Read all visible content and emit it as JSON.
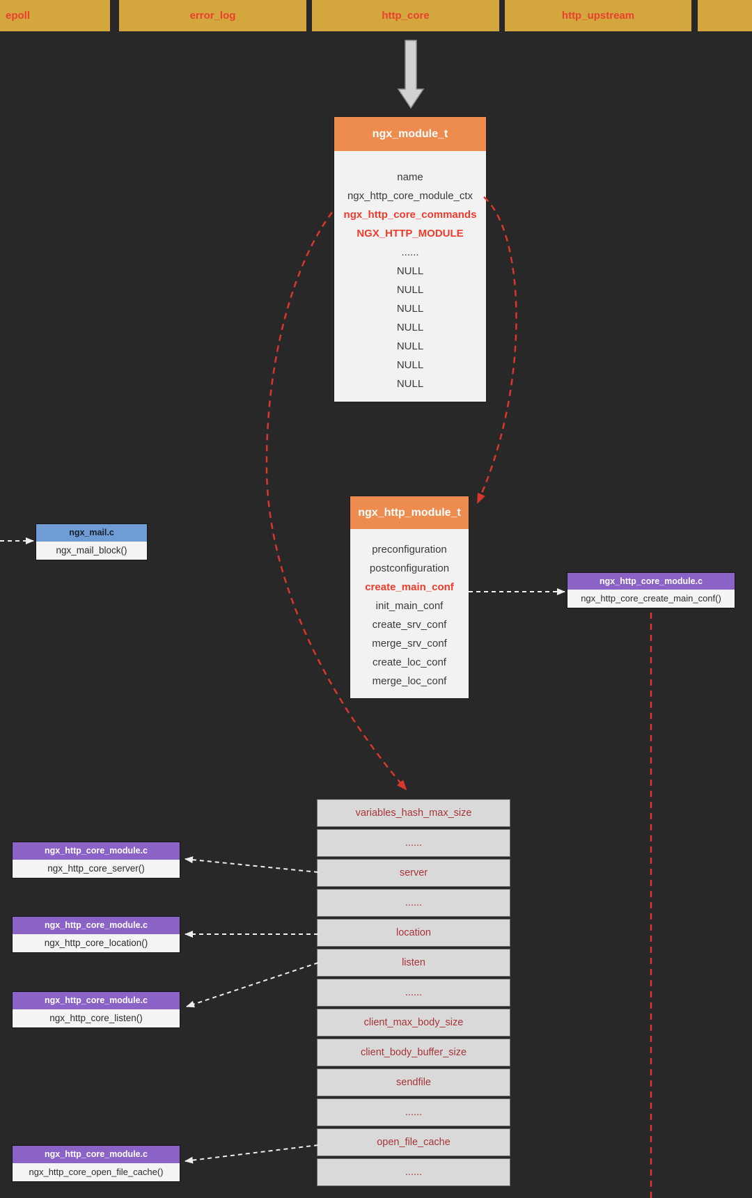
{
  "tabs": [
    "epoll",
    "error_log",
    "http_core",
    "http_upstream",
    ""
  ],
  "module_box": {
    "title": "ngx_module_t",
    "rows": [
      {
        "text": "name",
        "em": false
      },
      {
        "text": "ngx_http_core_module_ctx",
        "em": false
      },
      {
        "text": "ngx_http_core_commands",
        "em": true
      },
      {
        "text": "NGX_HTTP_MODULE",
        "em": true
      },
      {
        "text": "......",
        "em": false
      },
      {
        "text": "NULL",
        "em": false
      },
      {
        "text": "NULL",
        "em": false
      },
      {
        "text": "NULL",
        "em": false
      },
      {
        "text": "NULL",
        "em": false
      },
      {
        "text": "NULL",
        "em": false
      },
      {
        "text": "NULL",
        "em": false
      },
      {
        "text": "NULL",
        "em": false
      }
    ]
  },
  "http_module_box": {
    "title": "ngx_http_module_t",
    "rows": [
      {
        "text": "preconfiguration",
        "em": false
      },
      {
        "text": "postconfiguration",
        "em": false
      },
      {
        "text": "create_main_conf",
        "em": true
      },
      {
        "text": "init_main_conf",
        "em": false
      },
      {
        "text": "create_srv_conf",
        "em": false
      },
      {
        "text": "merge_srv_conf",
        "em": false
      },
      {
        "text": "create_loc_conf",
        "em": false
      },
      {
        "text": "merge_loc_conf",
        "em": false
      }
    ]
  },
  "mail_box": {
    "title": "ngx_mail.c",
    "body": "ngx_mail_block()"
  },
  "create_main_conf_box": {
    "title": "ngx_http_core_module.c",
    "body": "ngx_http_core_create_main_conf()"
  },
  "handler_boxes": [
    {
      "title": "ngx_http_core_module.c",
      "body": "ngx_http_core_server()"
    },
    {
      "title": "ngx_http_core_module.c",
      "body": "ngx_http_core_location()"
    },
    {
      "title": "ngx_http_core_module.c",
      "body": "ngx_http_core_listen()"
    },
    {
      "title": "ngx_http_core_module.c",
      "body": "ngx_http_core_open_file_cache()"
    }
  ],
  "conf_table": {
    "rows": [
      "variables_hash_max_size",
      "......",
      "server",
      "......",
      "location",
      "listen",
      "......",
      "client_max_body_size",
      "client_body_buffer_size",
      "sendfile",
      "......",
      "open_file_cache",
      "......"
    ]
  },
  "colors": {
    "background": "#282828",
    "tab_gold": "#D4A73E",
    "tab_text_red": "#E8402C",
    "struct_header_orange": "#EE8C4F",
    "file_header_purple": "#8B63C6",
    "file_header_blue": "#6F9CD4",
    "table_cell_gray": "#D9D9D9",
    "table_text_red": "#A93438",
    "wire_red": "#D8382C"
  }
}
